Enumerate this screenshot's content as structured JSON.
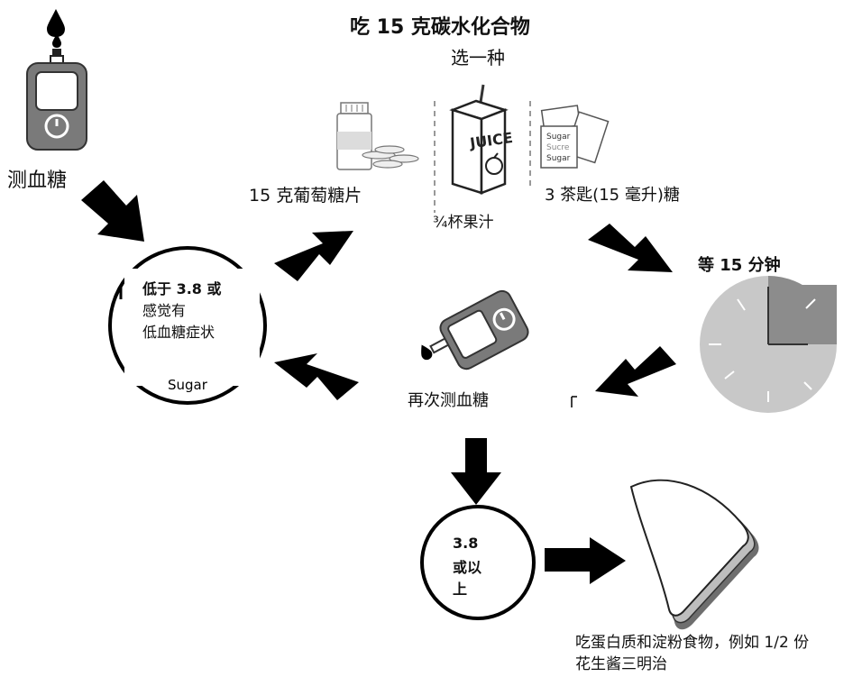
{
  "header": {
    "title": "吃 15 克碳水化合物",
    "subtitle": "选一种"
  },
  "steps": {
    "measure": "测血糖",
    "wait": "等 15 分钟",
    "recheck": "再次测血糖"
  },
  "options": {
    "glucose_tablets": "15 克葡萄糖片",
    "juice": "¾杯果汁",
    "sugar": "3 茶匙(15 毫升)糖",
    "juice_box_text": "JUICE",
    "sugar_packet_text": [
      "Sugar",
      "Sucre",
      "Sugar"
    ]
  },
  "low_condition": {
    "line1": "低于 3.8 或",
    "line2": "感觉有",
    "line3": "低血糖症状",
    "remnant": "Sugar"
  },
  "ok_condition": {
    "line1": "3.8",
    "line2": "或以",
    "line3": "上"
  },
  "snack": {
    "line1": "吃蛋白质和淀粉食物，例如 1/2 份",
    "line2": "花生酱三明治"
  },
  "colors": {
    "arrow": "#000000",
    "clock_face": "#c8c8c8",
    "clock_quarter": "#8c8c8c",
    "meter_body": "#7a7a7a"
  },
  "icons": [
    "blood-drop-icon",
    "glucose-meter-icon",
    "glucose-tablets-icon",
    "juice-box-icon",
    "sugar-packets-icon",
    "clock-icon",
    "sandwich-icon"
  ]
}
